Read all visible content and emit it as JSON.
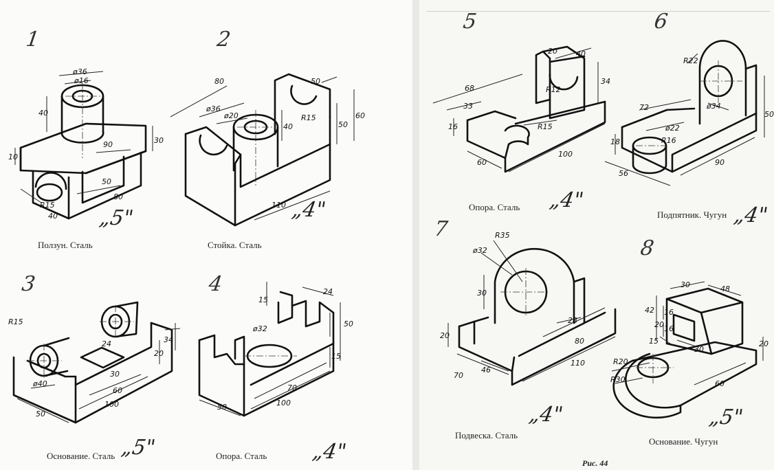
{
  "figure_caption": "Рис. 44",
  "panels": [
    {
      "number": "1",
      "caption": "Ползун. Сталь",
      "grade": "„5\"",
      "dims": [
        "ø36",
        "ø16",
        "40",
        "10",
        "90",
        "30",
        "50",
        "80",
        "R15",
        "40"
      ]
    },
    {
      "number": "2",
      "caption": "Стойка. Сталь",
      "grade": "„4\"",
      "dims": [
        "80",
        "50",
        "ø36",
        "ø20",
        "40",
        "R15",
        "50",
        "60",
        "110"
      ]
    },
    {
      "number": "3",
      "caption": "Основание. Сталь",
      "grade": "„5\"",
      "dims": [
        "R15",
        "24",
        "34",
        "20",
        "30",
        "ø40",
        "60",
        "100",
        "50"
      ]
    },
    {
      "number": "4",
      "caption": "Опора. Сталь",
      "grade": "„4\"",
      "dims": [
        "15",
        "24",
        "ø32",
        "50",
        "15",
        "70",
        "100",
        "50"
      ]
    },
    {
      "number": "5",
      "caption": "Опора. Сталь",
      "grade": "„4\"",
      "dims": [
        "20",
        "40",
        "68",
        "33",
        "16",
        "R12",
        "34",
        "R15",
        "60",
        "100"
      ]
    },
    {
      "number": "6",
      "caption": "Подпятник. Чугун",
      "grade": "„4\"",
      "dims": [
        "R22",
        "ø34",
        "72",
        "ø22",
        "R16",
        "18",
        "56",
        "90",
        "50"
      ]
    },
    {
      "number": "7",
      "caption": "Подвеска. Сталь",
      "grade": "„4\"",
      "dims": [
        "R35",
        "ø32",
        "30",
        "28",
        "20",
        "80",
        "46",
        "70",
        "110"
      ]
    },
    {
      "number": "8",
      "caption": "Основание. Чугун",
      "grade": "„5\"",
      "dims": [
        "30",
        "48",
        "42",
        "16",
        "20",
        "16",
        "15",
        "30",
        "20",
        "R20",
        "R30",
        "60"
      ]
    }
  ]
}
